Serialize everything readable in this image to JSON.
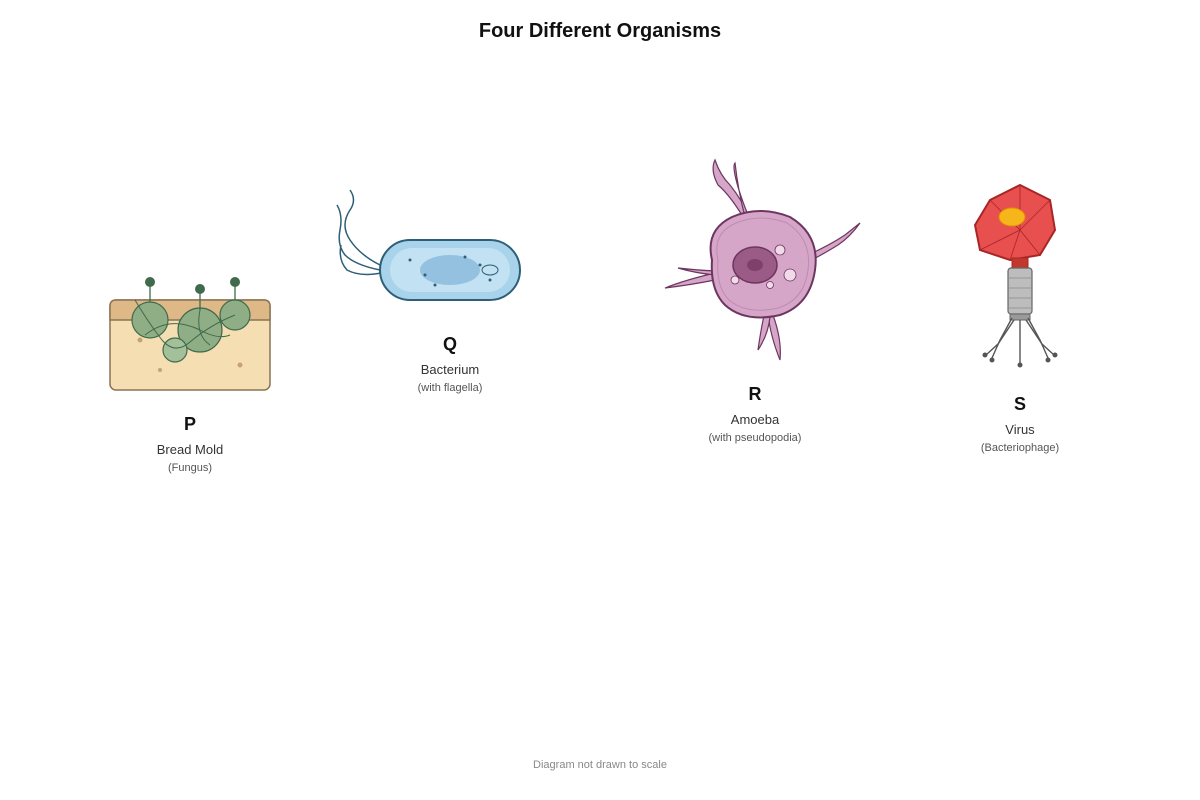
{
  "title": "Four Different Organisms",
  "organisms": [
    {
      "letter": "P",
      "name": "Bread Mold",
      "subtitle": "(Fungus)"
    },
    {
      "letter": "Q",
      "name": "Bacterium",
      "subtitle": "(with flagella)"
    },
    {
      "letter": "R",
      "name": "Amoeba",
      "subtitle": "(with pseudopodia)"
    },
    {
      "letter": "S",
      "name": "Virus",
      "subtitle": "(Bacteriophage)"
    }
  ],
  "footnote": "Diagram not drawn to scale",
  "colors": {
    "bread_fill": "#f6deb3",
    "bread_crust": "#dfb888",
    "mold_green": "#8fae85",
    "mold_dark": "#3f6b4c",
    "bacterium_fill": "#a8d3ea",
    "bacterium_stroke": "#2e5f78",
    "amoeba_fill": "#d6a6c8",
    "amoeba_stroke": "#6e3560",
    "virus_head": "#e84f4f",
    "virus_stroke": "#a82626",
    "virus_tail": "#bdbdbd"
  }
}
